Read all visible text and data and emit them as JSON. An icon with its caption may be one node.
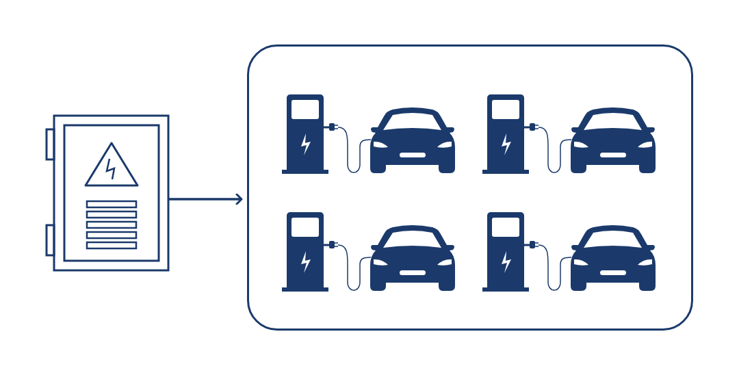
{
  "diagram": {
    "nodes": [
      {
        "text": [],
        "shape": "picture"
      },
      {
        "text": [],
        "shape": "box"
      }
    ],
    "edges": [
      {
        "from": 0,
        "to": 1,
        "arrow": "to"
      }
    ]
  }
}
